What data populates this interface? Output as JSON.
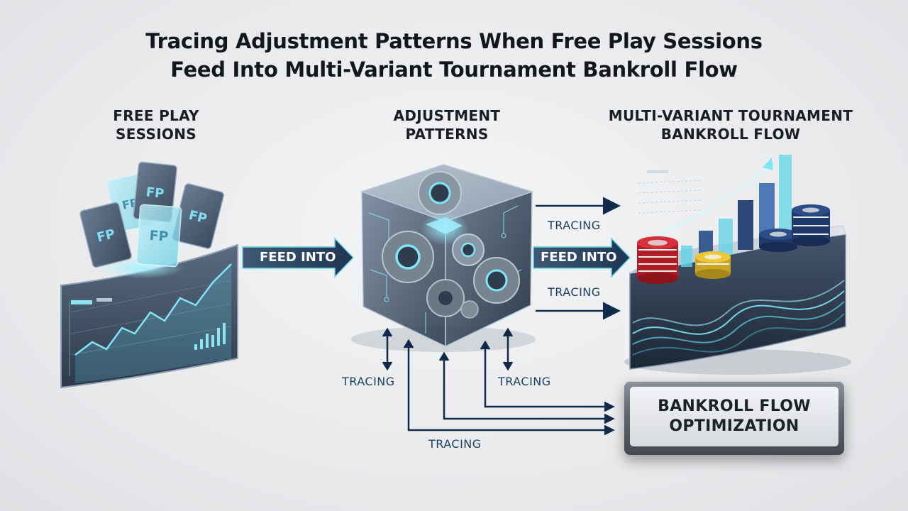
{
  "title": {
    "line1": "Tracing Adjustment Patterns When Free Play Sessions",
    "line2": "Feed Into Multi-Variant Tournament Bankroll Flow"
  },
  "columns": {
    "free_play": {
      "line1": "FREE PLAY",
      "line2": "SESSIONS"
    },
    "adjustment": {
      "line1": "ADJUSTMENT",
      "line2": "PATTERNS"
    },
    "multi_variant": {
      "line1": "MULTI-VARIANT TOURNAMENT",
      "line2": "BANKROLL FLOW"
    }
  },
  "cards": {
    "label": "FP",
    "count": 5
  },
  "arrows": {
    "feed_into_left": "FEED INTO",
    "feed_into_right": "FEED INTO",
    "tracing_top": "TRACING",
    "tracing_mid": "TRACING",
    "tracing_bottom_left": "TRACING",
    "tracing_bottom_right": "TRACING",
    "tracing_bottom": "TRACING"
  },
  "optimization_box": {
    "line1": "BANKROLL FLOW",
    "line2": "OPTIMIZATION"
  },
  "colors": {
    "accent_cyan": "#5fd3e6",
    "navy": "#0f2a4a",
    "chip_red": "#c8202a",
    "chip_yellow": "#e6c12b",
    "chip_blue": "#23437a"
  }
}
